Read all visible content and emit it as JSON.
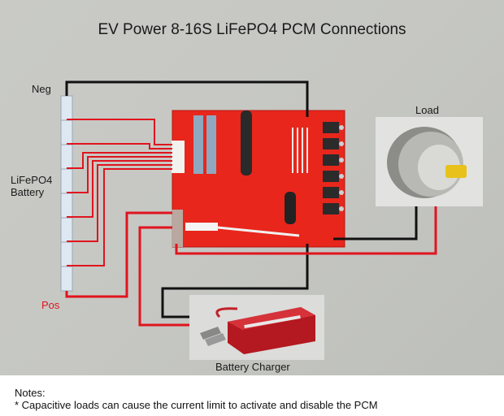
{
  "title": "EV Power  8-16S LiFePO4 PCM Connections",
  "labels": {
    "neg": "Neg",
    "battery_line1": "LiFePO4",
    "battery_line2": "Battery",
    "pos": "Pos",
    "load": "Load",
    "charger": "Battery Charger"
  },
  "battery": {
    "cell_count": 8
  },
  "notes": {
    "heading": "Notes:",
    "items": [
      "* Capacitive loads can cause the current limit to activate and disable the PCM"
    ]
  },
  "colors": {
    "wire_negative": "#111111",
    "wire_positive": "#e0141e",
    "pcb": "#e8261c",
    "background": "#c7c8c4"
  }
}
